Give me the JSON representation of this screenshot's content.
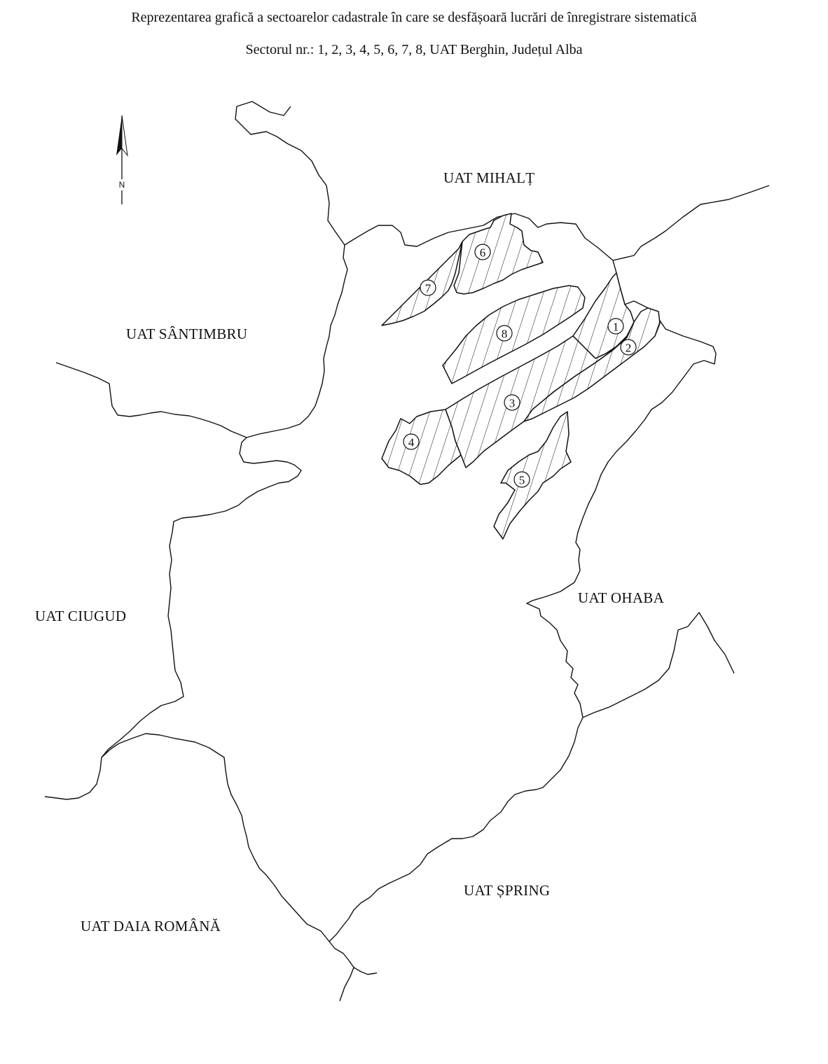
{
  "header": {
    "title": "Reprezentarea grafică a sectoarelor cadastrale în care se desfășoară lucrări de înregistrare sistematică",
    "subtitle": "Sectorul nr.: 1, 2, 3, 4, 5, 6, 7, 8, UAT Berghin, Județul Alba"
  },
  "north_arrow": {
    "letter": "N",
    "icon": "north-arrow-icon"
  },
  "neighbors": [
    {
      "id": "mihalt",
      "label": "UAT MIHALȚ"
    },
    {
      "id": "santimbru",
      "label": "UAT SÂNTIMBRU"
    },
    {
      "id": "ciugud",
      "label": "UAT CIUGUD"
    },
    {
      "id": "ohaba",
      "label": "UAT OHABA"
    },
    {
      "id": "spring",
      "label": "UAT ȘPRING"
    },
    {
      "id": "daia",
      "label": "UAT DAIA ROMÂNĂ"
    }
  ],
  "sectors": [
    "1",
    "2",
    "3",
    "4",
    "5",
    "6",
    "7",
    "8"
  ],
  "colors": {
    "ink": "#111111",
    "background": "#ffffff"
  }
}
